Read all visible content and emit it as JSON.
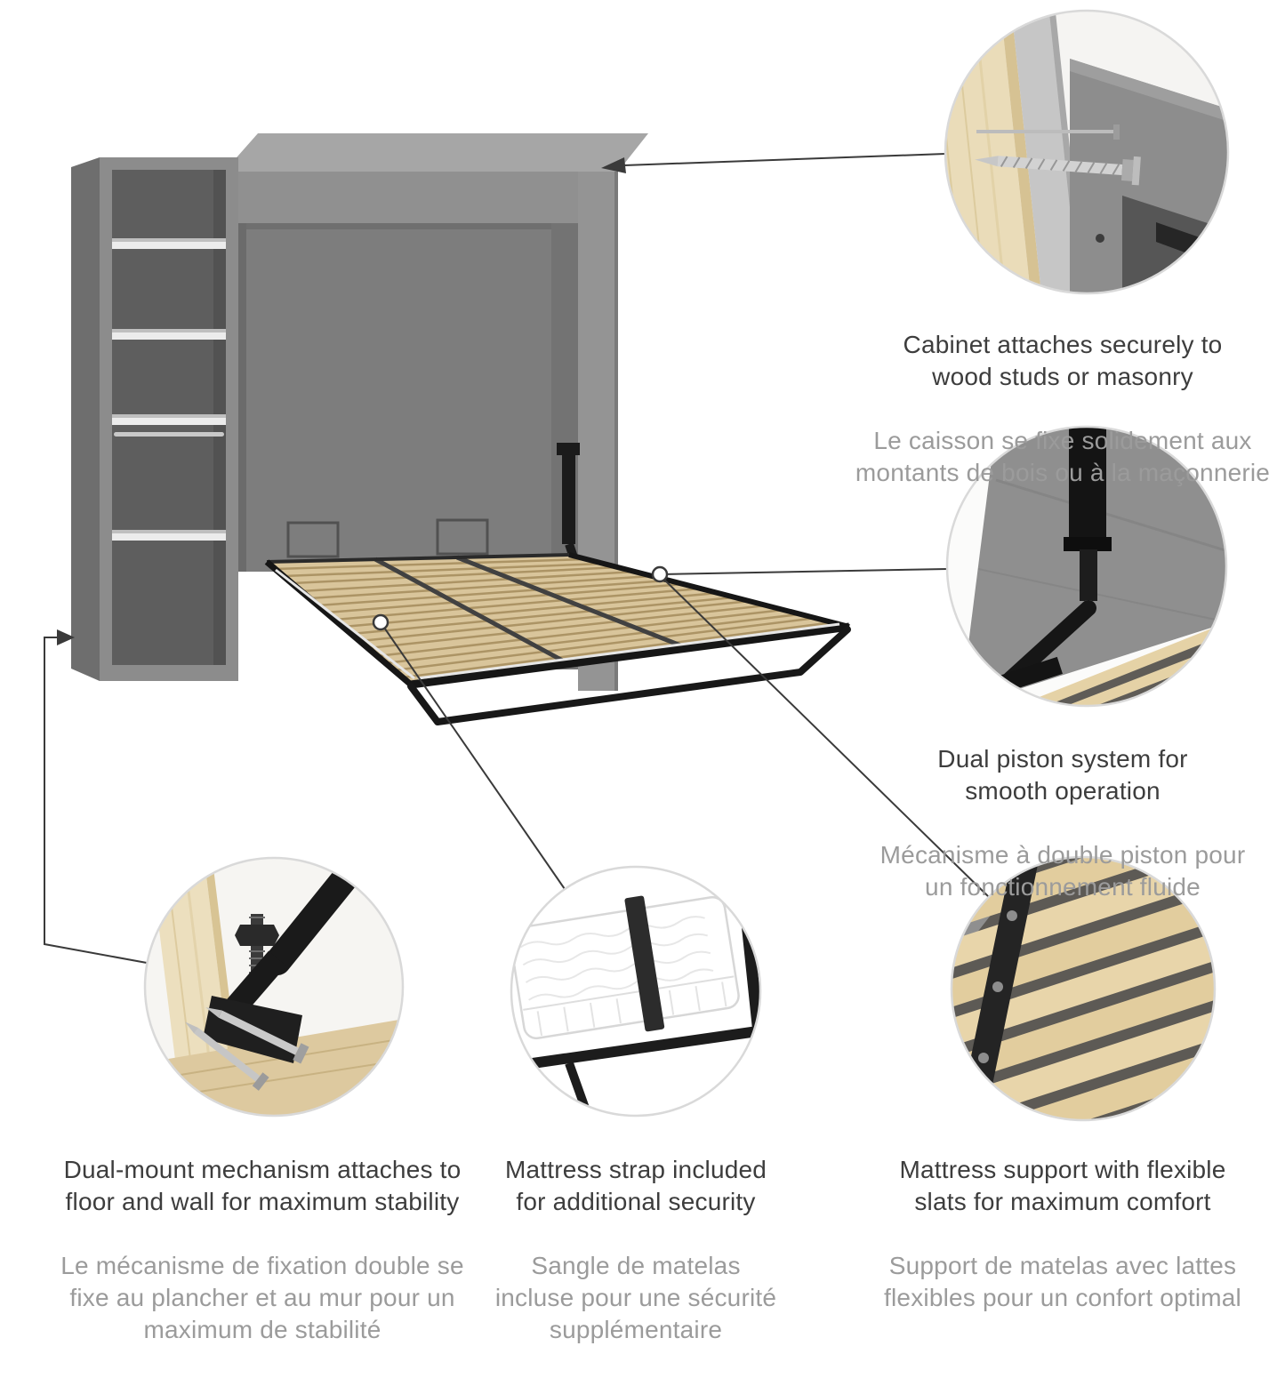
{
  "colors": {
    "background": "#ffffff",
    "cabinet_gray": "#8f8f8f",
    "interior_gray": "#7d7d7d",
    "shelf_interior": "#5e5e5e",
    "slat_wood": "#d9c59b",
    "metal_black": "#1a1a1a",
    "title_text": "#3d3d3d",
    "subtitle_text": "#9b9b9b",
    "connector_line": "#3a3a3a",
    "circle_ring": "#d9d9d9"
  },
  "callouts": [
    {
      "id": "cabinet-attachment",
      "title": "Cabinet attaches securely to\nwood studs or masonry",
      "subtitle": "Le caisson se fixe solidement aux\nmontants de bois ou à la maçonnerie"
    },
    {
      "id": "dual-piston",
      "title": "Dual piston system for\nsmooth operation",
      "subtitle": "Mécanisme à double piston pour\nun fonctionnement fluide"
    },
    {
      "id": "dual-mount",
      "title": "Dual-mount mechanism attaches to\nfloor and wall for maximum stability",
      "subtitle": "Le mécanisme de fixation double se\nfixe au plancher et au mur pour un\nmaximum de stabilité"
    },
    {
      "id": "mattress-strap",
      "title": "Mattress strap included\nfor additional security",
      "subtitle": "Sangle de matelas\nincluse pour une sécurité\nsupplémentaire"
    },
    {
      "id": "mattress-support",
      "title": "Mattress support with flexible\nslats for maximum comfort",
      "subtitle": "Support de matelas avec lattes\nflexibles pour un confort optimal"
    }
  ]
}
